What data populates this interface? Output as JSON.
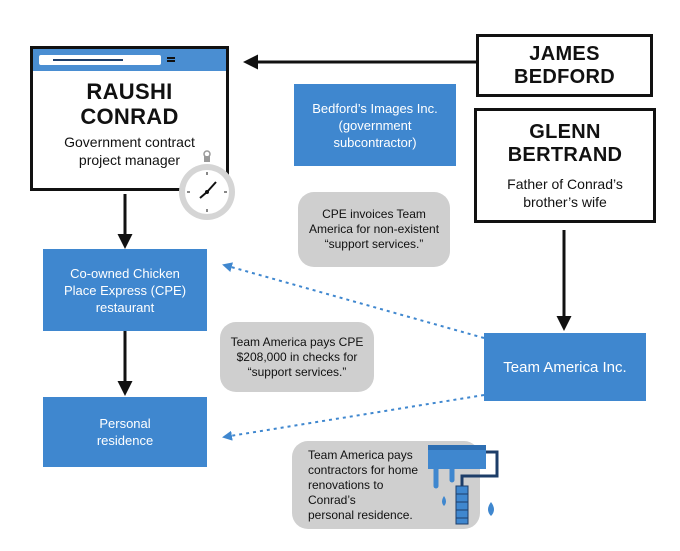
{
  "people": {
    "conrad": {
      "name_line1": "RAUSHI",
      "name_line2": "CONRAD",
      "role_line1": "Government contract",
      "role_line2": "project manager"
    },
    "bedford": {
      "name_line1": "JAMES",
      "name_line2": "BEDFORD"
    },
    "bertrand": {
      "name_line1": "GLENN",
      "name_line2": "BERTRAND",
      "relation_line1": "Father of Conrad’s",
      "relation_line2": "brother’s wife"
    }
  },
  "entities": {
    "images_inc": {
      "line1": "Bedford’s Images Inc.",
      "line2": "(government",
      "line3": "subcontractor)"
    },
    "cpe": {
      "line1": "Co-owned Chicken",
      "line2": "Place Express (CPE)",
      "line3": "restaurant"
    },
    "residence": {
      "line1": "Personal",
      "line2": "residence"
    },
    "team_america": {
      "label": "Team America Inc."
    }
  },
  "notes": {
    "invoice": {
      "line1": "CPE invoices Team",
      "line2": "America for non-existent",
      "line3": "“support services.”"
    },
    "pays": {
      "line1": "Team America pays CPE",
      "line2": "$208,000 in checks for",
      "line3": "“support services.”"
    },
    "renovation": {
      "line1": "Team America pays",
      "line2": "contractors for home",
      "line3": "renovations to Conrad’s",
      "line4": "personal residence."
    }
  },
  "colors": {
    "accent_blue": "#3f87cf",
    "note_gray": "#cfcfcf",
    "ink": "#111111"
  },
  "icons": [
    "stopwatch-icon",
    "paint-roller-icon"
  ]
}
